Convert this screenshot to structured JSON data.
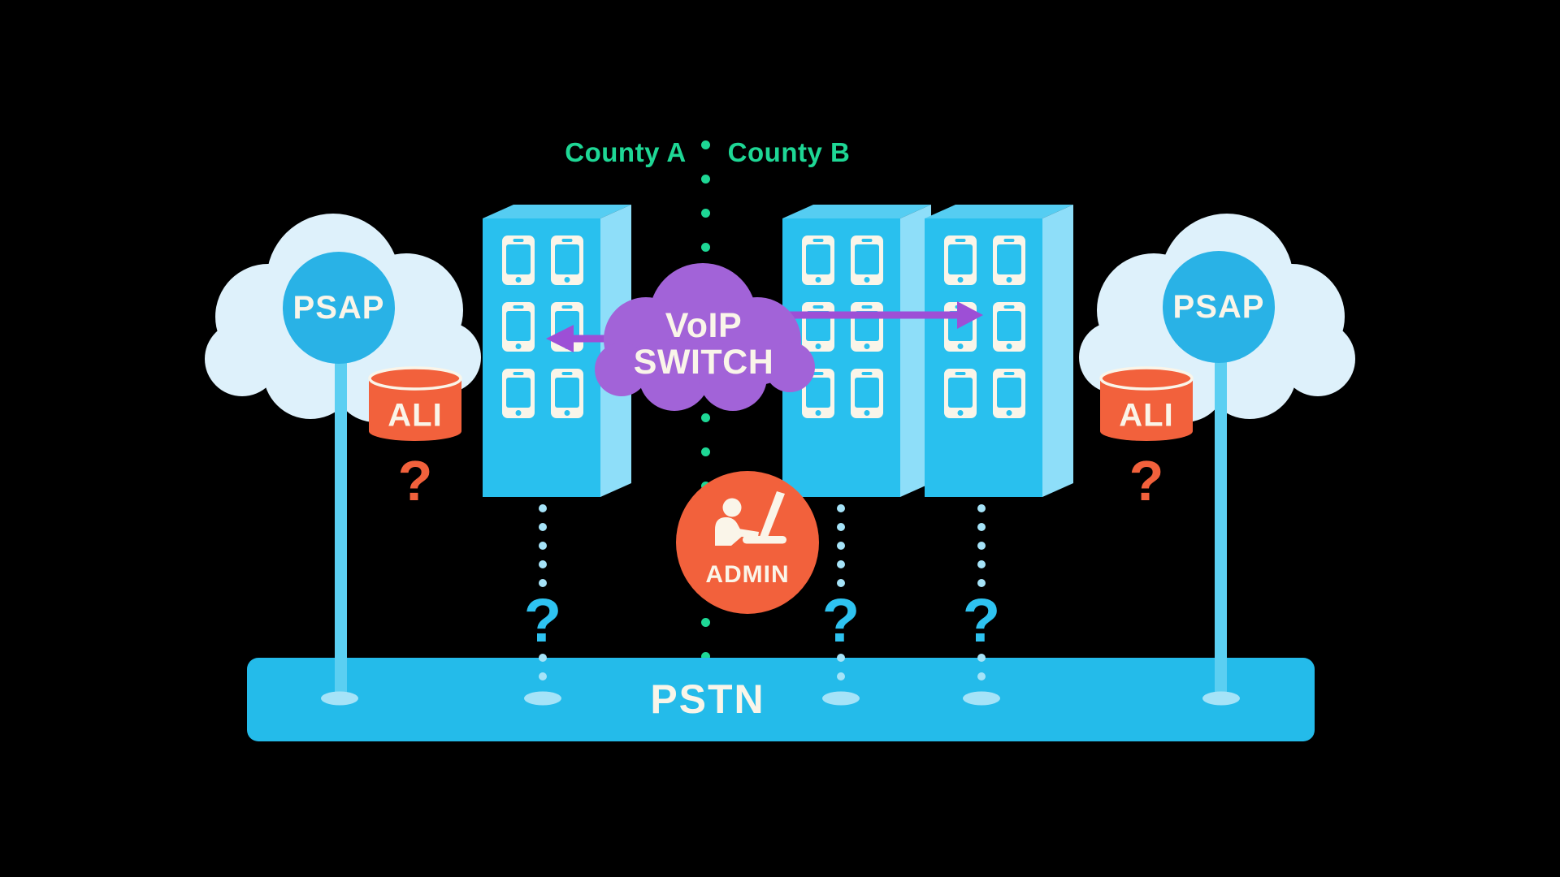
{
  "colors": {
    "background": "#000000",
    "green_accent": "#1ed795",
    "light_cloud_blue": "#def1fb",
    "psap_circle_blue": "#29b2e6",
    "building_blue": "#29c0ee",
    "building_side_blue": "#8edef9",
    "building_roof_blue": "#55cdf2",
    "pstn_bar_blue": "#24bbea",
    "pole_blue": "#5bcff2",
    "light_dot_blue": "#a5e3f8",
    "question_blue": "#2ec3f1",
    "orange": "#f2613c",
    "purple_cloud": "#a263d8",
    "purple_arrow": "#9d4fd6",
    "cream_text": "#faf5e9"
  },
  "counties": {
    "left": "County A",
    "right": "County B"
  },
  "psap_left": {
    "label": "PSAP"
  },
  "psap_right": {
    "label": "PSAP"
  },
  "ali_left": {
    "label": "ALI",
    "question": "?"
  },
  "ali_right": {
    "label": "ALI",
    "question": "?"
  },
  "voip_switch": {
    "line1": "VoIP",
    "line2": "SWITCH"
  },
  "admin": {
    "label": "ADMIN"
  },
  "pstn": {
    "label": "PSTN"
  },
  "line_questions": [
    "?",
    "?",
    "?"
  ],
  "buildings": [
    {
      "name": "building-county-a",
      "phone_rows": 3,
      "phone_cols": 2
    },
    {
      "name": "building-county-b-1",
      "phone_rows": 3,
      "phone_cols": 2
    },
    {
      "name": "building-county-b-2",
      "phone_rows": 3,
      "phone_cols": 2
    }
  ]
}
